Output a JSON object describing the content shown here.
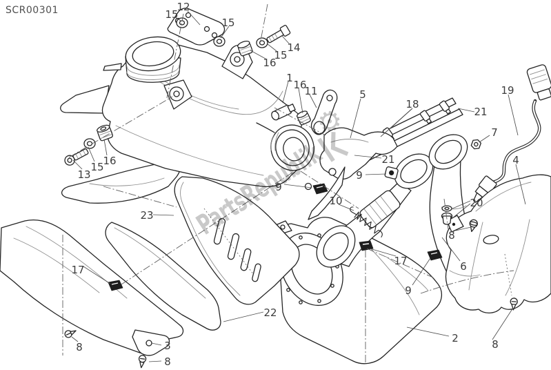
{
  "page": {
    "diagram_code": "SCR00301"
  },
  "watermark": {
    "brand": "PartsRepublik",
    "gear_glyph": "⚙"
  },
  "callouts": [
    "12",
    "15",
    "15",
    "14",
    "15",
    "16",
    "1",
    "16",
    "11",
    "5",
    "18",
    "19",
    "21",
    "7",
    "21",
    "9",
    "4",
    "13",
    "15",
    "16",
    "23",
    "9",
    "10",
    "20",
    "8",
    "17",
    "6",
    "9",
    "17",
    "22",
    "2",
    "8",
    "8",
    "3",
    "8"
  ]
}
